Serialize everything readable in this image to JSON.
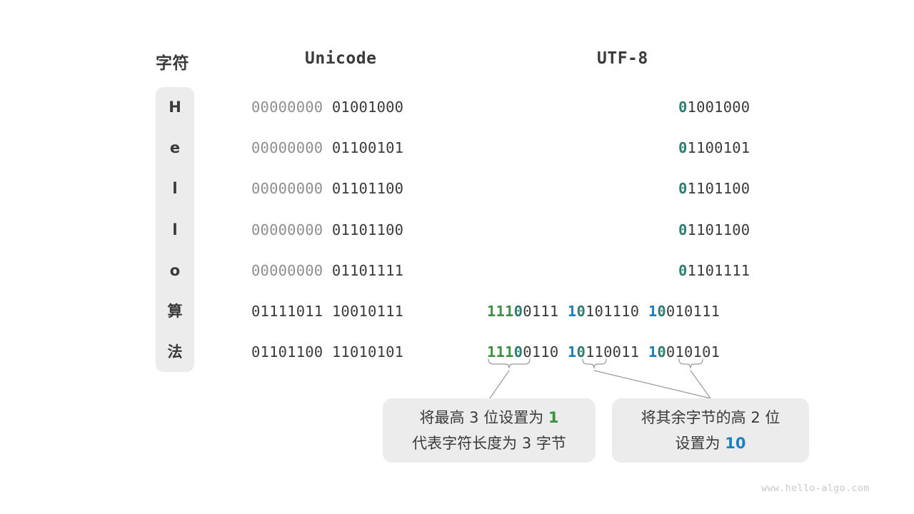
{
  "headers": {
    "character": "字符",
    "unicode": "Unicode",
    "utf8": "UTF-8"
  },
  "colors": {
    "green": "#3f9142",
    "teal": "#2e7d72",
    "blue": "#1b7fc4",
    "dark": "#3a3a3a",
    "muted": "#8e8e8e",
    "panel": "#ececec",
    "background": "#ffffff",
    "watermark": "#c9c9c9",
    "connector": "#9a9a9a"
  },
  "rows": [
    {
      "char": "H",
      "unicode_pad": "00000000",
      "unicode_val": "01001000",
      "utf8_bytes": [
        {
          "marker": "0",
          "marker_color": "teal",
          "rest": "1001000"
        }
      ],
      "utf8_kind": "ascii"
    },
    {
      "char": "e",
      "unicode_pad": "00000000",
      "unicode_val": "01100101",
      "utf8_bytes": [
        {
          "marker": "0",
          "marker_color": "teal",
          "rest": "1100101"
        }
      ],
      "utf8_kind": "ascii"
    },
    {
      "char": "l",
      "unicode_pad": "00000000",
      "unicode_val": "01101100",
      "utf8_bytes": [
        {
          "marker": "0",
          "marker_color": "teal",
          "rest": "1101100"
        }
      ],
      "utf8_kind": "ascii"
    },
    {
      "char": "l",
      "unicode_pad": "00000000",
      "unicode_val": "01101100",
      "utf8_bytes": [
        {
          "marker": "0",
          "marker_color": "teal",
          "rest": "1101100"
        }
      ],
      "utf8_kind": "ascii"
    },
    {
      "char": "o",
      "unicode_pad": "00000000",
      "unicode_val": "01101111",
      "utf8_bytes": [
        {
          "marker": "0",
          "marker_color": "teal",
          "rest": "1101111"
        }
      ],
      "utf8_kind": "ascii"
    },
    {
      "char": "算",
      "unicode_pad": "",
      "unicode_val": "01111011 10010111",
      "utf8_bytes": [
        {
          "marker": "111",
          "marker_color": "green",
          "marker2": "0",
          "marker2_color": "teal",
          "rest": "0111"
        },
        {
          "marker": "1",
          "marker_color": "blue",
          "marker2": "0",
          "marker2_color": "teal",
          "rest": "101110"
        },
        {
          "marker": "1",
          "marker_color": "blue",
          "marker2": "0",
          "marker2_color": "teal",
          "rest": "010111"
        }
      ],
      "utf8_kind": "three"
    },
    {
      "char": "法",
      "unicode_pad": "",
      "unicode_val": "01101100 11010101",
      "utf8_bytes": [
        {
          "marker": "111",
          "marker_color": "green",
          "marker2": "0",
          "marker2_color": "teal",
          "rest": "0110"
        },
        {
          "marker": "1",
          "marker_color": "blue",
          "marker2": "0",
          "marker2_color": "teal",
          "rest": "110011"
        },
        {
          "marker": "1",
          "marker_color": "blue",
          "marker2": "0",
          "marker2_color": "teal",
          "rest": "010101"
        }
      ],
      "utf8_kind": "three"
    }
  ],
  "callouts": {
    "left": {
      "line1_a": "将最高 3 位设置为 ",
      "line1_hl": "1",
      "line2": "代表字符长度为 3 字节"
    },
    "right": {
      "line1": "将其余字节的高 2 位",
      "line2_a": "设置为 ",
      "line2_hl": "10"
    }
  },
  "watermark": "www.hello-algo.com"
}
